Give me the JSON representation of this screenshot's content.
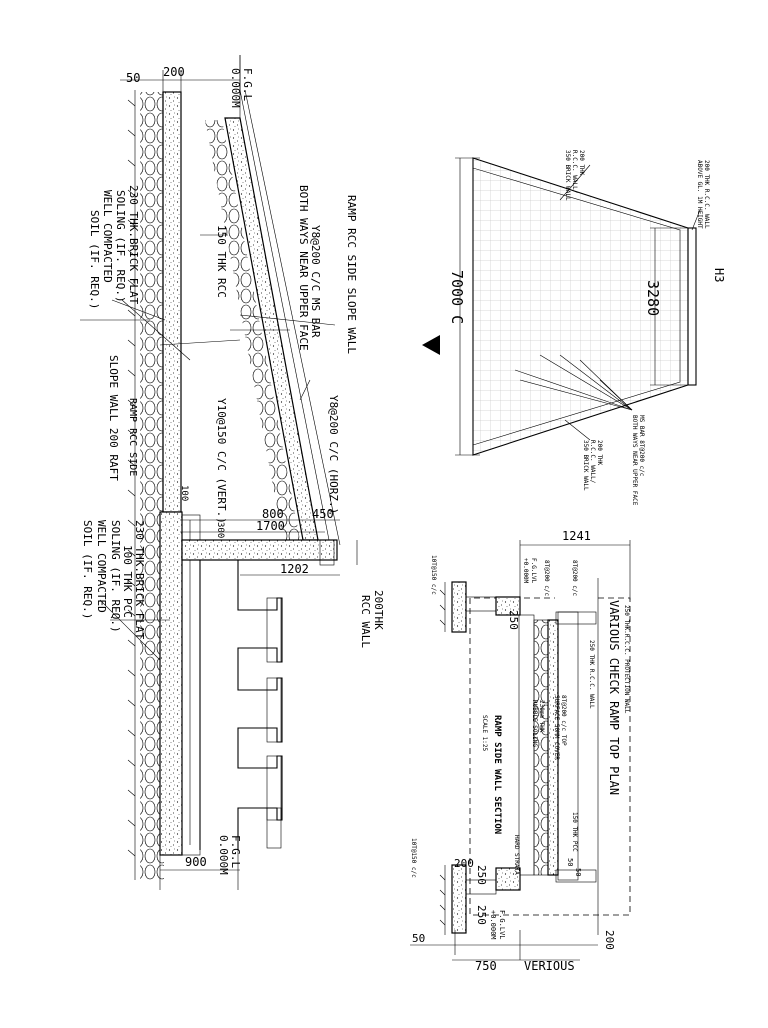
{
  "labels": {
    "dim_50_top": "50",
    "dim_200_top": "200",
    "fgl_top": "F.G.L",
    "fgl_top_level": "0.000M",
    "ramp_slope_wall": "RAMP RCC SIDE SLOPE WALL",
    "y8_ms_bar": "Y8@200 C/C MS BAR",
    "both_ways": "BOTH WAYS NEAR UPPER FACE",
    "thk150_rcc": "150 THK RCC",
    "y8_horz": "Y8@200 C/C (HORZ.)",
    "y10_vert": "Y10@150 C/C (VERT.)",
    "brick_flat_1": "230 THK.BRICK FLAT",
    "soling_1": "SOLING (IF. REQ.)",
    "well_compacted_1": "WELL COMPACTED",
    "soil_1": "SOIL (IF. REQ.)",
    "slope_wall_raft_1": "RAMP RCC SIDE",
    "slope_wall_raft_2": "SLOPE WALL 200 RAFT",
    "dim_800": "800",
    "dim_450": "450",
    "dim_1700": "1700",
    "dim_1202": "1202",
    "dim_300": "300",
    "dim_100": "100",
    "rcc_wall_200": "200THK",
    "rcc_wall_label": "RCC WALL",
    "brick_flat_2": "230 THK.BRICK FLAT",
    "thk100_pcc": "100 THK PCC",
    "soling_2": "SOLING (IF. REQ.)",
    "well_compacted_2": "WELL COMPACTED",
    "soil_2": "SOIL (IF. REQ.)",
    "fgl_bottom": "F.G.L",
    "fgl_bottom_level": "0.000M",
    "dim_900": "900",
    "h3": "H3",
    "dim_7000": "7000 C",
    "dim_3280": "3280",
    "wall_above_gl_1": "200 THK R.C.C. WALL",
    "wall_above_gl_2": "ABOVE GL. 1M HEIGHT",
    "brick_wall_top_1": "200 THK",
    "brick_wall_top_2": "R.C.C. WALL/",
    "brick_wall_top_3": "350 BRICK WALL",
    "brick_wall_bot_1": "200 THK",
    "brick_wall_bot_2": "R.C.C. WALL/",
    "brick_wall_bot_3": "350 BRICK WALL",
    "ms_bar_1": "MS BAR 8T@200 c/c",
    "ms_bar_2": "BOTH WAYS NEAR UPPER FACE",
    "dim_1241": "1241",
    "protection_wall": "250 THK.R.C.C. PROTECTION WALL",
    "top_plan": "VARIOUS CHECK RAMP TOP PLAN",
    "rcc_wall_250": "250 THK R.C.C. WALL",
    "t8_top": "8T@200 c/c TOP",
    "surface_cover": "SURFACE 50MM COVER",
    "rubble_1": "230mm THK",
    "rubble_2": "RUBBLE SOLING",
    "thk150_pcc": "150 THK PCC",
    "section_title": "RAMP SIDE WALL SECTION",
    "scale": "SCALE 1:25",
    "hard_strata": "HARD STRATA",
    "t10_150_top": "10T@150 c/c",
    "t8_200_a": "8T@200 c/c",
    "t8_200_b": "8T@200 c/c",
    "t10_150_bot": "10T@150 c/c",
    "fgl_lvl_a": "F.G.LVL",
    "fgl_lvl_a2": "+0.000M",
    "fgl_lvl_b": "F.G.LVL",
    "fgl_lvl_b2": "+0.000M",
    "dim_250_a": "250",
    "dim_250_b": "250",
    "dim_200_b": "200",
    "dim_250_c": "250",
    "dim_50_b": "50",
    "dim_750": "750",
    "dim_verious": "VERIOUS",
    "dim_200_c": "200",
    "dim_50_c": "50",
    "dim_50_d": "50"
  }
}
